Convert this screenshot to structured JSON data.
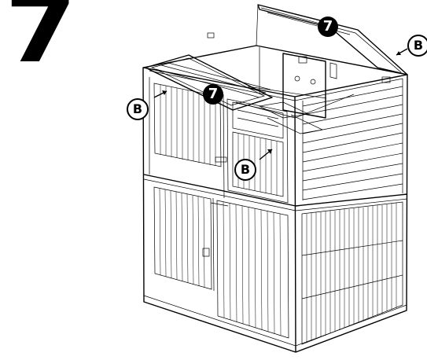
{
  "step": {
    "number": "7"
  },
  "callouts": {
    "panel_marker_left": "7",
    "panel_marker_right": "7",
    "screw_left": "B",
    "screw_center": "B",
    "screw_right": "B"
  },
  "colors": {
    "ink": "#000000",
    "paper": "#ffffff",
    "wood_line": "#555555"
  }
}
